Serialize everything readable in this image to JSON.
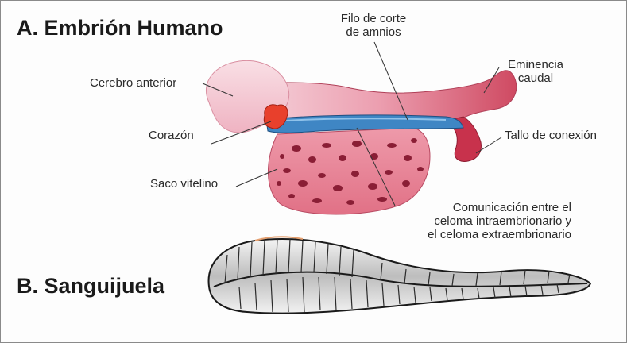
{
  "headings": {
    "a": "A. Embrión Humano",
    "b": "B. Sanguijuela"
  },
  "labels": {
    "amnion_cut": [
      "Filo de corte",
      "de amnios"
    ],
    "caudal": [
      "Eminencia",
      "caudal"
    ],
    "forebrain": "Cerebro anterior",
    "heart": "Corazón",
    "stalk": "Tallo de conexión",
    "yolk_sac": "Saco vitelino",
    "coelom": [
      "Comunicación entre el",
      "celoma intraembrionario y",
      "el celoma extraembrionario"
    ]
  },
  "colors": {
    "embryo_pink": "#f2b8c6",
    "embryo_deep": "#c2304a",
    "amnion_blue": "#3f86c4",
    "heart_red": "#e8402c",
    "yolk_pink": "#e57b8f",
    "yolk_holes": "#8a1e35",
    "leech_gray": "#cfcfcf"
  }
}
